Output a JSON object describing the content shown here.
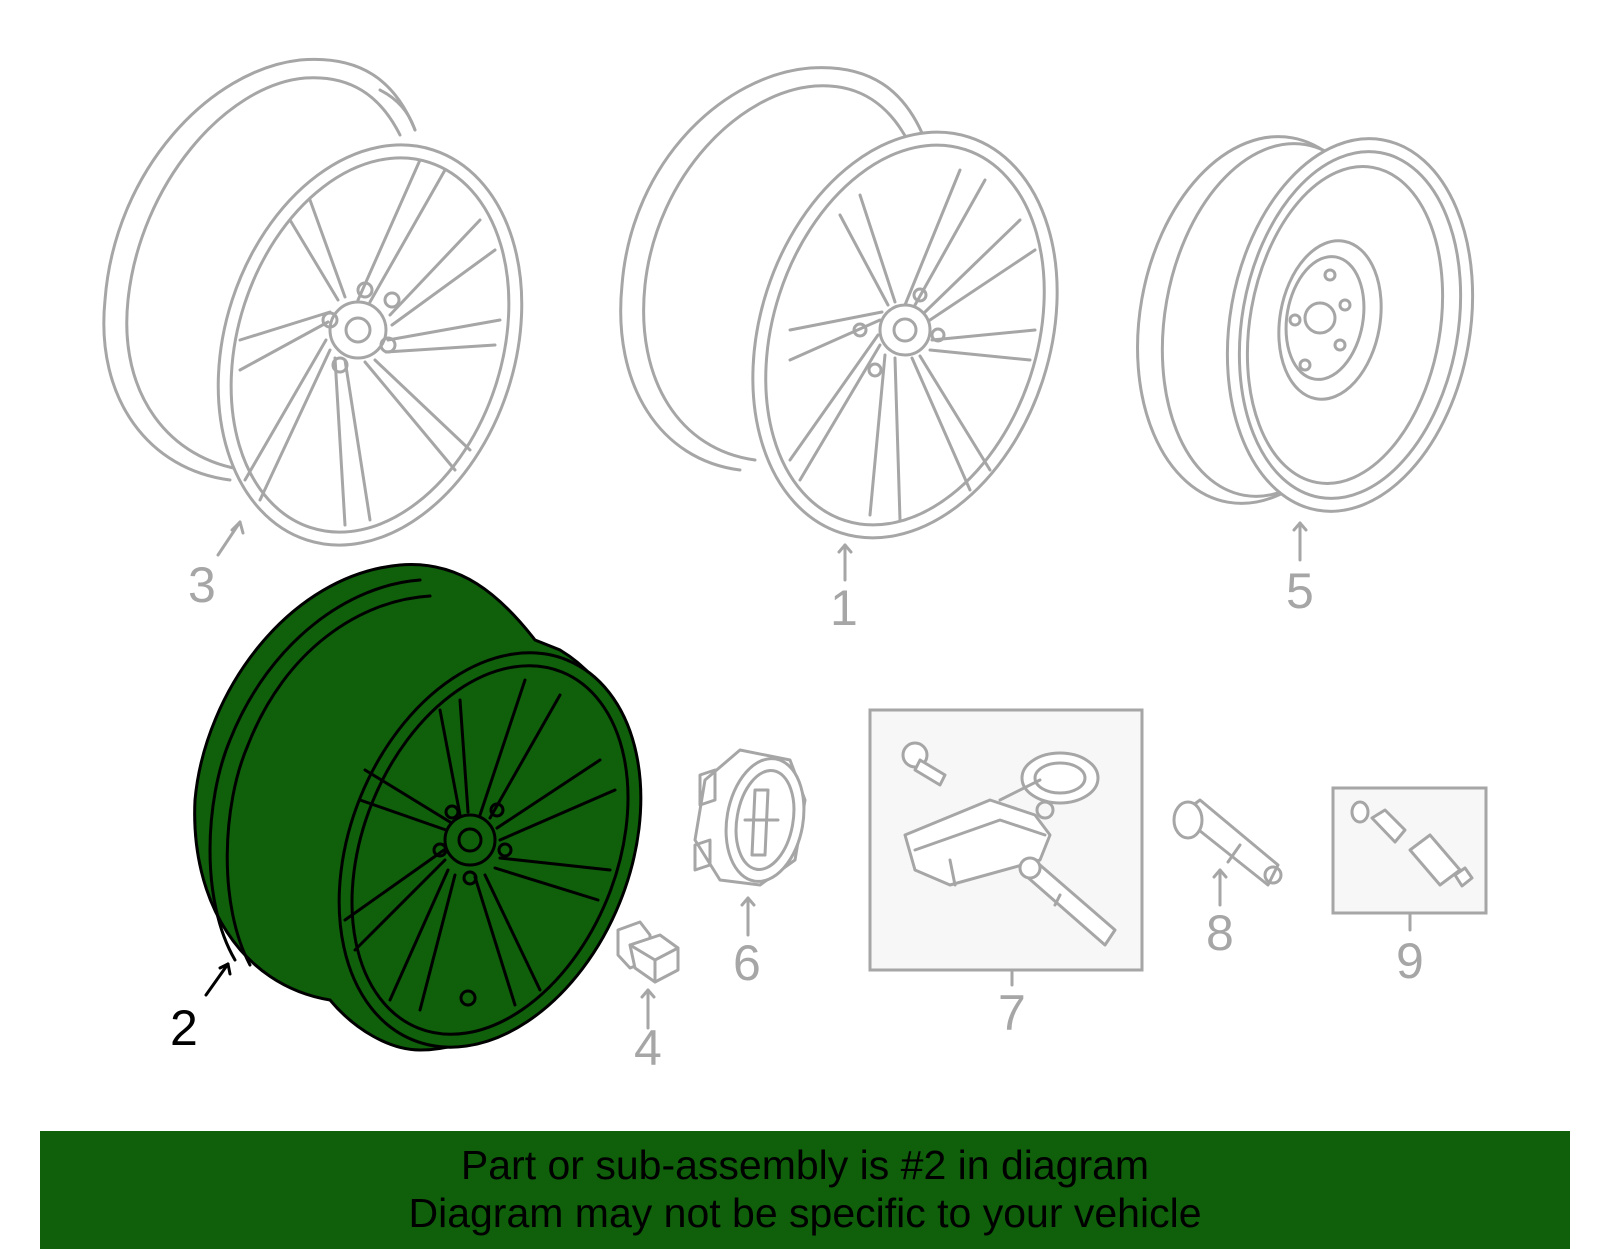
{
  "diagram": {
    "callouts": [
      {
        "number": "1",
        "part": "wheel-variant-a"
      },
      {
        "number": "2",
        "part": "wheel-highlighted"
      },
      {
        "number": "3",
        "part": "wheel-variant-b"
      },
      {
        "number": "4",
        "part": "lug-nut"
      },
      {
        "number": "5",
        "part": "spare-wheel"
      },
      {
        "number": "6",
        "part": "center-cap"
      },
      {
        "number": "7",
        "part": "tpms-sensor-kit"
      },
      {
        "number": "8",
        "part": "valve-stem"
      },
      {
        "number": "9",
        "part": "valve-kit"
      }
    ],
    "highlighted_callout": "2",
    "colors": {
      "highlight": "#0f5f0b",
      "line_gray": "#a6a6a6",
      "line_black": "#000000"
    }
  },
  "banner": {
    "line1": "Part or sub-assembly is #2 in diagram",
    "line2": "Diagram may not be specific to your vehicle",
    "background": "#0f5f0b"
  }
}
